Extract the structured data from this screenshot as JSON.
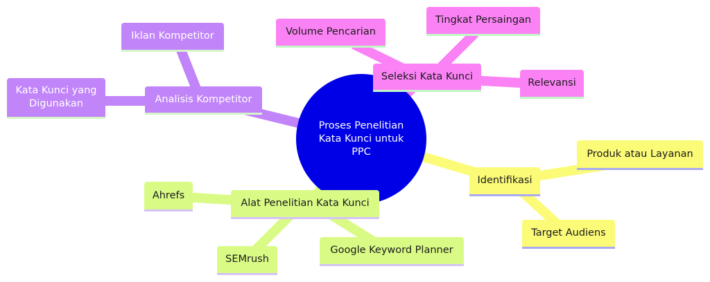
{
  "colors": {
    "root_fill": "#0000e6",
    "purple": "#c184f9",
    "purple_underline": "#d5f5c9",
    "pink": "#fb82f5",
    "pink_underline": "#c2f5c6",
    "yellow": "#fbfb78",
    "yellow_underline": "#a9a9f3",
    "green": "#d9fb86",
    "green_underline": "#d4c3f7"
  },
  "root": {
    "label": "Proses Penelitian Kata Kunci untuk PPC"
  },
  "branches": [
    {
      "label": "Analisis Kompetitor",
      "color": "purple",
      "children": [
        {
          "label": "Iklan Kompetitor"
        },
        {
          "label": "Kata Kunci yang Digunakan"
        }
      ]
    },
    {
      "label": "Seleksi Kata Kunci",
      "color": "pink",
      "children": [
        {
          "label": "Volume Pencarian"
        },
        {
          "label": "Tingkat Persaingan"
        },
        {
          "label": "Relevansi"
        }
      ]
    },
    {
      "label": "Identifikasi",
      "color": "yellow",
      "children": [
        {
          "label": "Produk atau Layanan"
        },
        {
          "label": "Target Audiens"
        }
      ]
    },
    {
      "label": "Alat Penelitian Kata Kunci",
      "color": "green",
      "children": [
        {
          "label": "Ahrefs"
        },
        {
          "label": "SEMrush"
        },
        {
          "label": "Google Keyword Planner"
        }
      ]
    }
  ]
}
